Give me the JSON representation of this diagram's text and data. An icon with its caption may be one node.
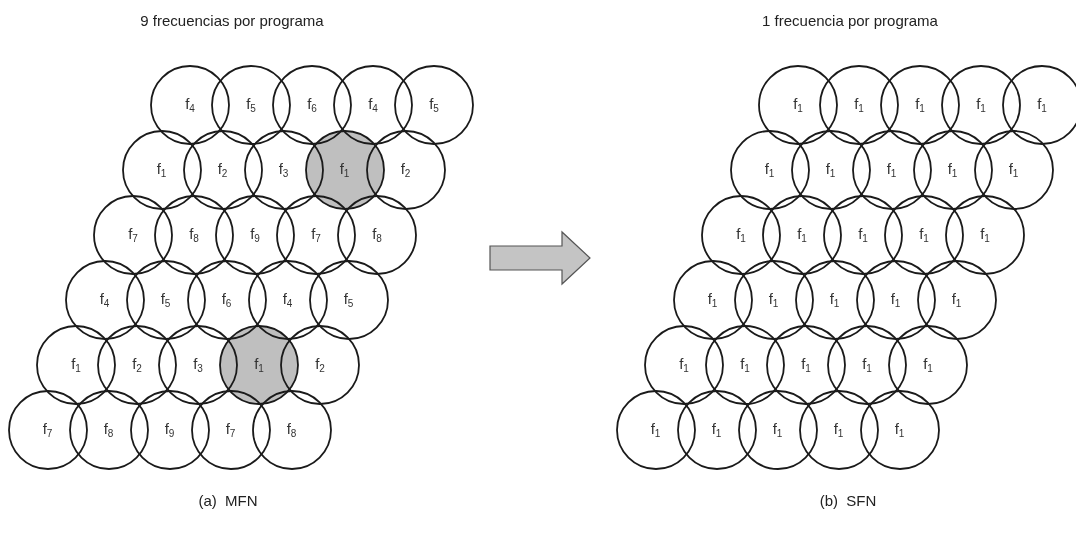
{
  "diagram": {
    "nodes": [
      {
        "text": [
          "f$_{4}$"
        ]
      },
      {
        "text": [
          "f$_{5}$"
        ]
      },
      {
        "text": [
          "f$_{6}$"
        ]
      },
      {
        "text": [
          "f$_{4}$"
        ]
      },
      {
        "text": [
          "f$_{5}$"
        ]
      },
      {
        "text": [
          "f$_{1}$"
        ]
      },
      {
        "text": [
          "f$_{2}$"
        ]
      },
      {
        "text": [
          "f$_{3}$"
        ]
      },
      {
        "text": [
          "f$_{1}$"
        ]
      },
      {
        "text": [
          "f$_{2}$"
        ]
      },
      {
        "text": [
          "f$_{7}$"
        ]
      },
      {
        "text": [
          "f$_{8}$"
        ]
      },
      {
        "text": [
          "f$_{9}$"
        ]
      },
      {
        "text": [
          "f$_{7}$"
        ]
      },
      {
        "text": [
          "f$_{8}$"
        ]
      },
      {
        "text": [
          "f$_{4}$"
        ]
      },
      {
        "text": [
          "f$_{5}$"
        ]
      },
      {
        "text": [
          "f$_{6}$"
        ]
      },
      {
        "text": [
          "f$_{4}$"
        ]
      },
      {
        "text": [
          "f$_{5}$"
        ]
      },
      {
        "text": [
          "f$_{1}$"
        ]
      },
      {
        "text": [
          "f$_{2}$"
        ]
      },
      {
        "text": [
          "f$_{3}$"
        ]
      },
      {
        "text": [
          "f$_{1}$"
        ]
      },
      {
        "text": [
          "f$_{2}$"
        ]
      },
      {
        "text": [
          "f$_{7}$"
        ]
      },
      {
        "text": [
          "f$_{8}$"
        ]
      },
      {
        "text": [
          "f$_{9}$"
        ]
      },
      {
        "text": [
          "f$_{7}$"
        ]
      },
      {
        "text": [
          "f$_{8}$"
        ]
      },
      {
        "text": [
          "f$_{1}$"
        ]
      },
      {
        "text": [
          "f$_{1}$"
        ]
      },
      {
        "text": [
          "f$_{1}$"
        ]
      },
      {
        "text": [
          "f$_{1}$"
        ]
      },
      {
        "text": [
          "f$_{1}$"
        ]
      },
      {
        "text": [
          "f$_{1}$"
        ]
      },
      {
        "text": [
          "f$_{1}$"
        ]
      },
      {
        "text": [
          "f$_{1}$"
        ]
      },
      {
        "text": [
          "f$_{1}$"
        ]
      },
      {
        "text": [
          "f$_{1}$"
        ]
      },
      {
        "text": [
          "f$_{1}$"
        ]
      },
      {
        "text": [
          "f$_{1}$"
        ]
      },
      {
        "text": [
          "f$_{1}$"
        ]
      },
      {
        "text": [
          "f$_{1}$"
        ]
      },
      {
        "text": [
          "f$_{1}$"
        ]
      },
      {
        "text": [
          "f$_{1}$"
        ]
      },
      {
        "text": [
          "f$_{1}$"
        ]
      },
      {
        "text": [
          "f$_{1}$"
        ]
      },
      {
        "text": [
          "f$_{1}$"
        ]
      },
      {
        "text": [
          "f$_{1}$"
        ]
      },
      {
        "text": [
          "f$_{1}$"
        ]
      },
      {
        "text": [
          "f$_{1}$"
        ]
      },
      {
        "text": [
          "f$_{1}$"
        ]
      },
      {
        "text": [
          "f$_{1}$"
        ]
      },
      {
        "text": [
          "f$_{1}$"
        ]
      },
      {
        "text": [
          "f$_{1}$"
        ]
      },
      {
        "text": [
          "f$_{1}$"
        ]
      },
      {
        "text": [
          "f$_{1}$"
        ]
      },
      {
        "text": [
          "f$_{1}$"
        ]
      },
      {
        "text": [
          "f$_{1}$"
        ]
      }
    ],
    "labels": [
      "9 frecuencias por programa",
      "1 frecuencia por programa",
      "(a)  MFN",
      "(b)  SFN"
    ]
  }
}
